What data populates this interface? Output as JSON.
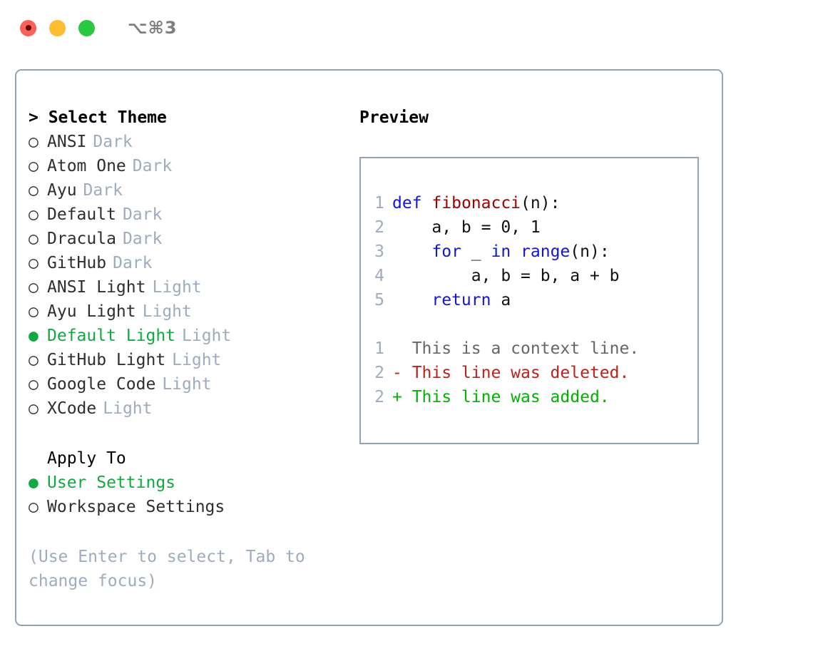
{
  "titlebar": {
    "shortcut": "⌥⌘3",
    "buttons": {
      "close": "close-window",
      "minimize": "minimize-window",
      "maximize": "maximize-window"
    }
  },
  "theme_picker": {
    "heading": "> Select Theme",
    "items": [
      {
        "marker": "○",
        "label": "ANSI",
        "badge": "Dark",
        "selected": false
      },
      {
        "marker": "○",
        "label": "Atom One",
        "badge": "Dark",
        "selected": false
      },
      {
        "marker": "○",
        "label": "Ayu",
        "badge": "Dark",
        "selected": false
      },
      {
        "marker": "○",
        "label": "Default",
        "badge": "Dark",
        "selected": false
      },
      {
        "marker": "○",
        "label": "Dracula",
        "badge": "Dark",
        "selected": false
      },
      {
        "marker": "○",
        "label": "GitHub",
        "badge": "Dark",
        "selected": false
      },
      {
        "marker": "○",
        "label": "ANSI Light",
        "badge": "Light",
        "selected": false
      },
      {
        "marker": "○",
        "label": "Ayu Light",
        "badge": "Light",
        "selected": false
      },
      {
        "marker": "●",
        "label": "Default Light",
        "badge": "Light",
        "selected": true
      },
      {
        "marker": "○",
        "label": "GitHub Light",
        "badge": "Light",
        "selected": false
      },
      {
        "marker": "○",
        "label": "Google Code",
        "badge": "Light",
        "selected": false
      },
      {
        "marker": "○",
        "label": "XCode",
        "badge": "Light",
        "selected": false
      }
    ]
  },
  "apply_to": {
    "heading": "Apply To",
    "items": [
      {
        "marker": "●",
        "label": "User Settings",
        "selected": true
      },
      {
        "marker": "○",
        "label": "Workspace Settings",
        "selected": false
      }
    ]
  },
  "hint": "(Use Enter to select, Tab to change focus)",
  "preview": {
    "heading": "Preview",
    "code_lines": [
      {
        "num": "1",
        "tokens": [
          {
            "t": "def",
            "c": "kw"
          },
          {
            "t": " ",
            "c": "pl"
          },
          {
            "t": "fibonacci",
            "c": "fn"
          },
          {
            "t": "(n):",
            "c": "pl"
          }
        ]
      },
      {
        "num": "2",
        "tokens": [
          {
            "t": "    a, b = 0, 1",
            "c": "pl"
          }
        ]
      },
      {
        "num": "3",
        "tokens": [
          {
            "t": "    ",
            "c": "pl"
          },
          {
            "t": "for",
            "c": "kw"
          },
          {
            "t": " _ ",
            "c": "pl"
          },
          {
            "t": "in",
            "c": "kw"
          },
          {
            "t": " ",
            "c": "pl"
          },
          {
            "t": "range",
            "c": "kw"
          },
          {
            "t": "(n):",
            "c": "pl"
          }
        ]
      },
      {
        "num": "4",
        "tokens": [
          {
            "t": "        a, b = b, a + b",
            "c": "pl"
          }
        ]
      },
      {
        "num": "5",
        "tokens": [
          {
            "t": "    ",
            "c": "pl"
          },
          {
            "t": "return",
            "c": "kw"
          },
          {
            "t": " a",
            "c": "pl"
          }
        ]
      }
    ],
    "diff_lines": [
      {
        "num": "1",
        "text": "  This is a context line.",
        "kind": "ctx"
      },
      {
        "num": "2",
        "text": "- This line was deleted.",
        "kind": "del"
      },
      {
        "num": "2",
        "text": "+ This line was added.",
        "kind": "add"
      }
    ]
  },
  "colors": {
    "accent_green": "#0fab41",
    "muted": "#9facbd",
    "border": "#94a3b4",
    "keyword": "#1414e0",
    "function": "#a00000",
    "diff_add": "#00b300",
    "diff_del": "#c0201a",
    "dot_close": "#ff6058",
    "dot_minimize": "#febc2e",
    "dot_maximize": "#28c840"
  }
}
